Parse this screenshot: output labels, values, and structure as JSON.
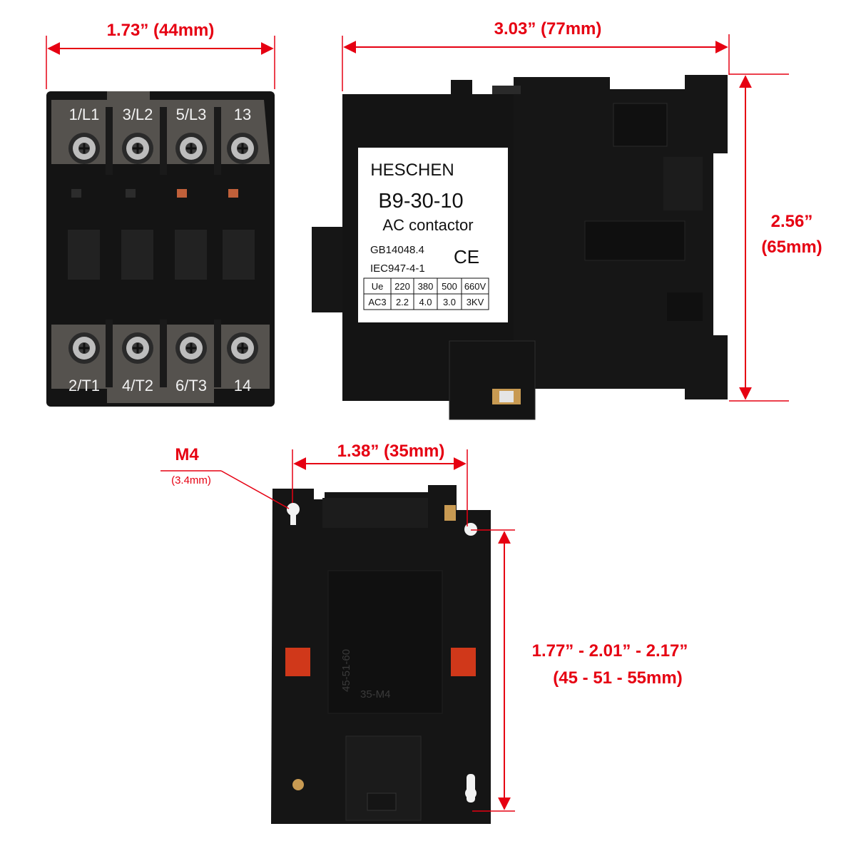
{
  "dimensions": {
    "width_top": "1.73” (44mm)",
    "depth": "3.03” (77mm)",
    "height_in": "2.56”",
    "height_mm": "(65mm)",
    "hole_spacing": "1.38” (35mm)",
    "screw": "M4",
    "screw_dia": "(3.4mm)",
    "mount_range_in": "1.77” - 2.01” - 2.17”",
    "mount_range_mm": "(45 - 51 - 55mm)"
  },
  "terminals": {
    "top": [
      "1/L1",
      "3/L2",
      "5/L3",
      "13"
    ],
    "bottom": [
      "2/T1",
      "4/T2",
      "6/T3",
      "14"
    ]
  },
  "nameplate": {
    "brand": "HESCHEN",
    "model": "B9-30-10",
    "type": "AC contactor",
    "std1": "GB14048.4",
    "std2": "IEC947-4-1",
    "ce": "CE",
    "table": [
      [
        "Ue",
        "220",
        "380",
        "500",
        "660V"
      ],
      [
        "AC3",
        "2.2",
        "4.0",
        "3.0",
        "3KV"
      ]
    ]
  },
  "embossed": {
    "vertical": "45-51-60",
    "horizontal": "35-M4"
  },
  "colors": {
    "dimension": "#e60012",
    "body": "#141414",
    "plate": "#55524e",
    "accent_orange": "#d0381a"
  }
}
